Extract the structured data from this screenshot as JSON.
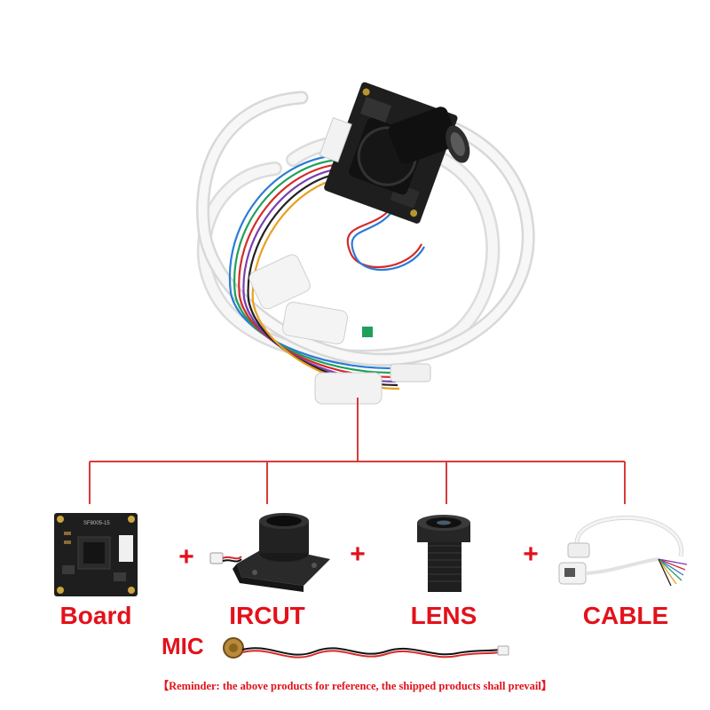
{
  "colors": {
    "accent": "#e3111b",
    "connector": "#d83a3a",
    "pcb": "#1e1e1e",
    "cable": "#f2f2f2"
  },
  "components": [
    {
      "label": "Board",
      "icon": "camera-board-icon"
    },
    {
      "label": "IRCUT",
      "icon": "ircut-filter-icon"
    },
    {
      "label": "LENS",
      "icon": "lens-icon"
    },
    {
      "label": "CABLE",
      "icon": "network-cable-icon"
    }
  ],
  "plus_sign": "+",
  "board_silkscreen": "SF8005-15",
  "mic": {
    "label": "MIC",
    "icon": "microphone-icon"
  },
  "reminder": "【Reminder: the above products for reference, the shipped products shall prevail】"
}
